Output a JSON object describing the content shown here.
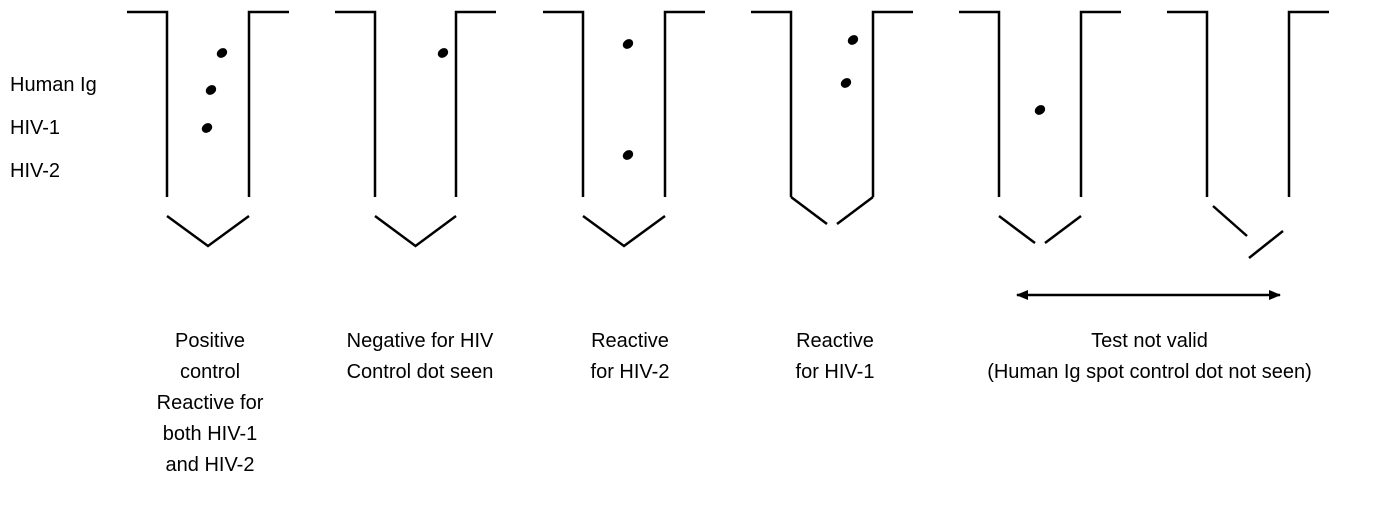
{
  "row_labels": [
    "Human Ig",
    "HIV-1",
    "HIV-2"
  ],
  "strips": [
    {
      "name": "strip-positive-control",
      "dots": [
        "Human Ig",
        "HIV-1",
        "HIV-2"
      ],
      "tip": "closed"
    },
    {
      "name": "strip-negative",
      "dots": [
        "Human Ig"
      ],
      "tip": "closed"
    },
    {
      "name": "strip-reactive-hiv2",
      "dots": [
        "Human Ig",
        "HIV-2"
      ],
      "tip": "closed"
    },
    {
      "name": "strip-reactive-hiv1",
      "dots": [
        "Human Ig",
        "HIV-1"
      ],
      "tip": "cut"
    },
    {
      "name": "strip-invalid-a",
      "dots": [
        "HIV-1"
      ],
      "tip": "cut"
    },
    {
      "name": "strip-invalid-b",
      "dots": [],
      "tip": "cut-offset"
    }
  ],
  "captions": [
    {
      "lines": [
        "Positive",
        "control",
        "Reactive for",
        "both HIV-1",
        "and HIV-2"
      ]
    },
    {
      "lines": [
        "Negative for HIV",
        "Control dot seen"
      ]
    },
    {
      "lines": [
        "Reactive",
        "for HIV-2"
      ]
    },
    {
      "lines": [
        "Reactive",
        "for HIV-1"
      ]
    },
    {
      "lines": [
        "Test not valid",
        "(Human Ig spot control dot not seen)"
      ]
    }
  ],
  "colors": {
    "line": "#000000",
    "background": "#ffffff"
  }
}
